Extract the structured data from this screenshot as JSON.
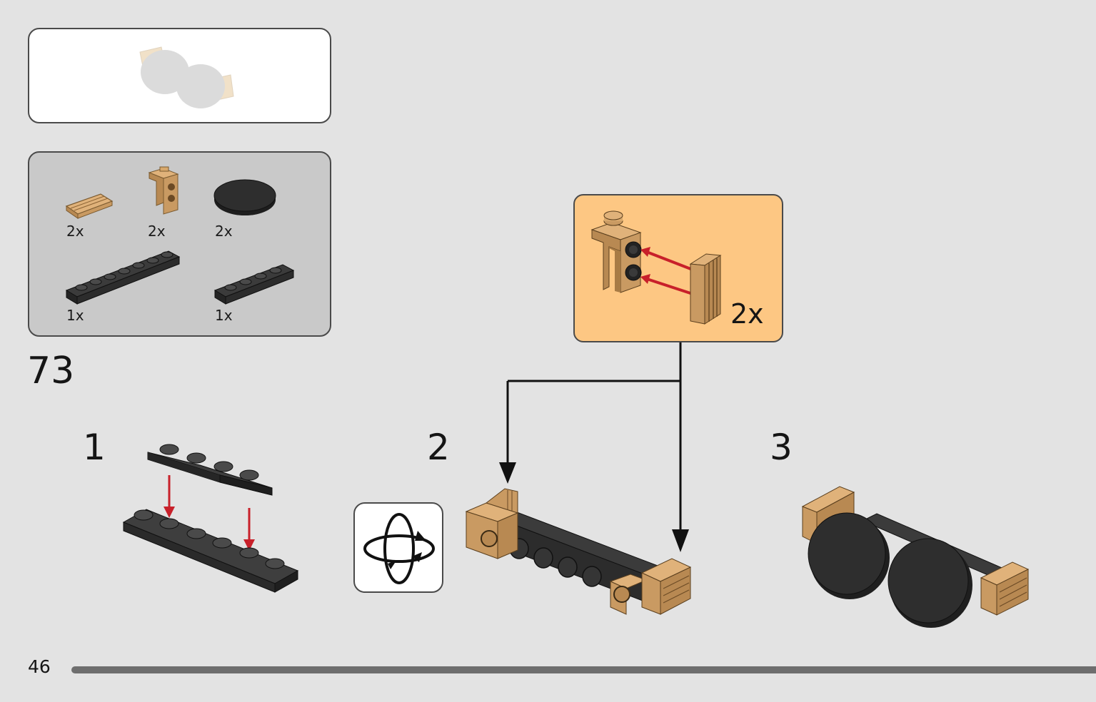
{
  "page": {
    "number": "46",
    "progress": 1.0
  },
  "step": {
    "number": "73"
  },
  "parts": [
    {
      "name": "tile-1x2-grille",
      "qty": "2x"
    },
    {
      "name": "bracket-1x1-2x2",
      "qty": "2x"
    },
    {
      "name": "round-tile-4x4",
      "qty": "2x"
    },
    {
      "name": "plate-1x8",
      "qty": "1x"
    },
    {
      "name": "plate-1x4",
      "qty": "1x"
    }
  ],
  "callout": {
    "qty": "2x"
  },
  "substeps": [
    {
      "number": "1"
    },
    {
      "number": "2"
    },
    {
      "number": "3"
    }
  ],
  "colors": {
    "background": "#e3e3e3",
    "tan": "#c99a62",
    "black_brick": "#2e2e2e",
    "arrow_red": "#c8202a",
    "callout_bg": "#fdc783"
  },
  "icons": [
    "rotate-model-icon"
  ]
}
